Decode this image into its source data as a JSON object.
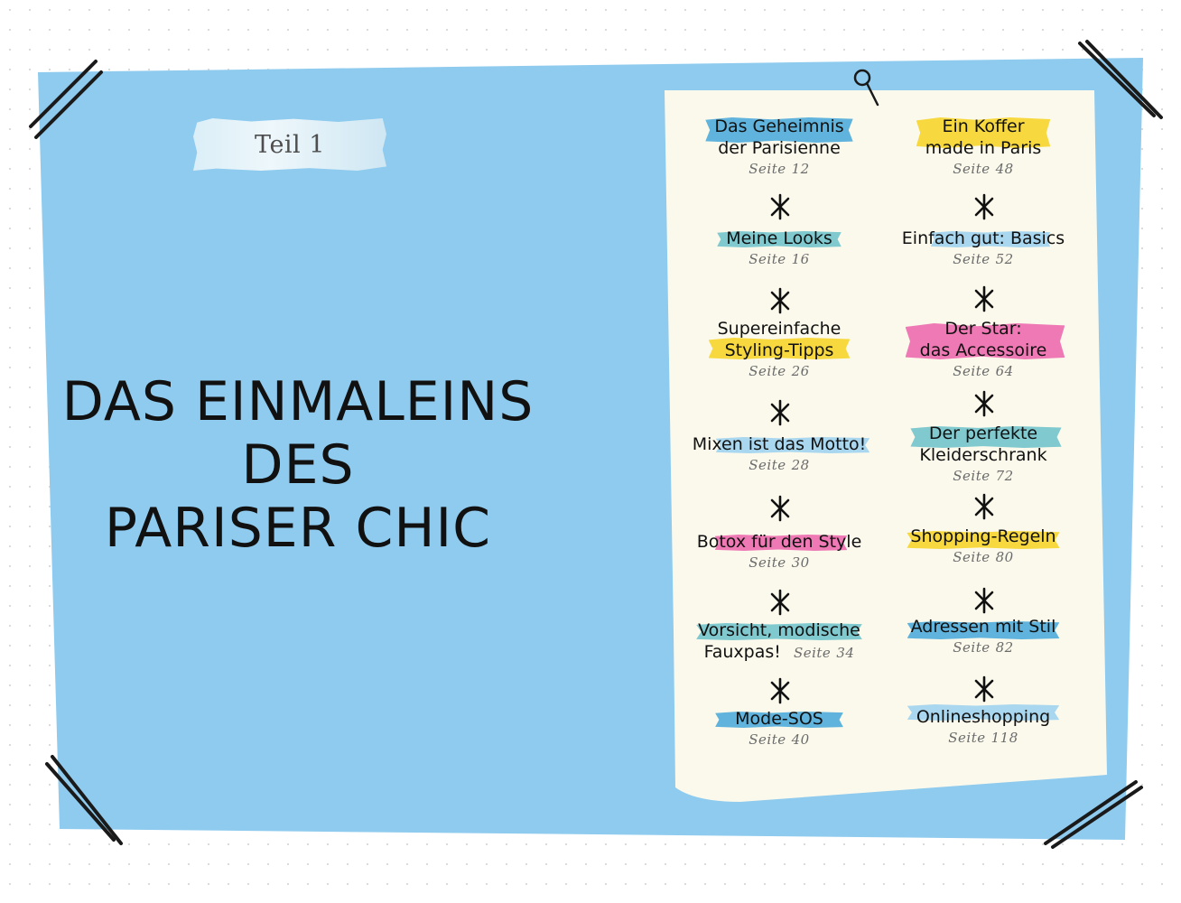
{
  "colors": {
    "page_blue": "#8ecbee",
    "paper": "#fbf9ec",
    "tape_blue": "#5fb3dc",
    "tape_yellow": "#f7d93f",
    "tape_pink": "#ee79b4",
    "tape_teal": "#7fc9cf",
    "tape_light_blue": "#a9d7ef"
  },
  "part_label": "Teil 1",
  "title_lines": [
    "DAS EINMALEINS",
    "DES",
    "PARISER CHIC"
  ],
  "toc": {
    "page_word": "Seite",
    "left": [
      {
        "lines": [
          "Das Geheimnis",
          "der Parisienne"
        ],
        "page": "12",
        "tape": "#5fb3dc"
      },
      {
        "lines": [
          "Meine Looks"
        ],
        "page": "16",
        "tape": "#7fc9cf"
      },
      {
        "lines": [
          "Supereinfache",
          "Styling-Tipps"
        ],
        "page": "26",
        "tape": "#f7d93f"
      },
      {
        "lines": [
          "Mixen ist das Motto!"
        ],
        "page": "28",
        "tape": "#a9d7ef"
      },
      {
        "lines": [
          "Botox für den Style"
        ],
        "page": "30",
        "tape": "#ee79b4"
      },
      {
        "lines": [
          "Vorsicht, modische",
          "Fauxpas!"
        ],
        "page": "34",
        "tape": "#7fc9cf"
      },
      {
        "lines": [
          "Mode-SOS"
        ],
        "page": "40",
        "tape": "#5fb3dc"
      }
    ],
    "right": [
      {
        "lines": [
          "Ein Koffer",
          "made in Paris"
        ],
        "page": "48",
        "tape": "#f7d93f"
      },
      {
        "lines": [
          "Einfach gut: Basics"
        ],
        "page": "52",
        "tape": "#a9d7ef"
      },
      {
        "lines": [
          "Der Star:",
          "das Accessoire"
        ],
        "page": "64",
        "tape": "#ee79b4"
      },
      {
        "lines": [
          "Der perfekte",
          "Kleiderschrank"
        ],
        "page": "72",
        "tape": "#7fc9cf"
      },
      {
        "lines": [
          "Shopping-Regeln"
        ],
        "page": "80",
        "tape": "#f7d93f"
      },
      {
        "lines": [
          "Adressen mit Stil"
        ],
        "page": "82",
        "tape": "#5fb3dc"
      },
      {
        "lines": [
          "Onlineshopping"
        ],
        "page": "118",
        "tape": "#a9d7ef"
      }
    ]
  }
}
